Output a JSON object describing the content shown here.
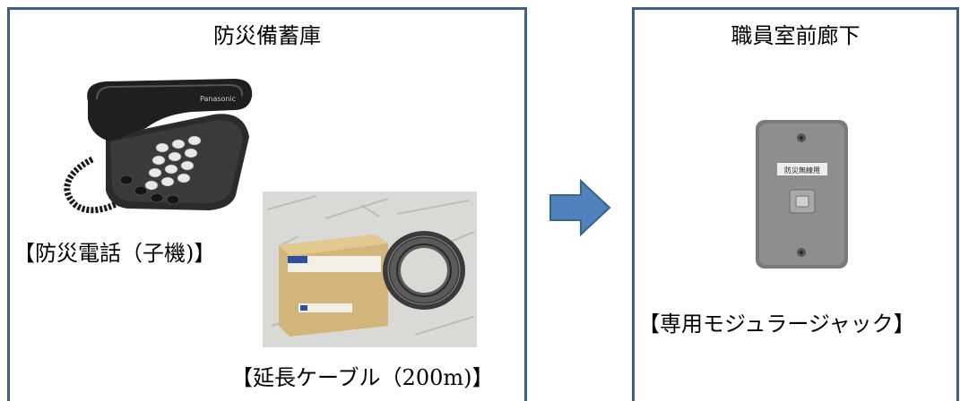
{
  "left_panel": {
    "title": "防災備蓄庫",
    "phone_caption": "【防災電話（子機)】",
    "cable_caption": "【延長ケーブル（200m)】",
    "phone_brand": "Panasonic"
  },
  "right_panel": {
    "title": "職員室前廊下",
    "jack_caption": "【専用モジュラージャック】",
    "jack_label": "防災無線用"
  },
  "colors": {
    "frame": "#3f5f87",
    "arrow_fill": "#4f81bd",
    "arrow_stroke": "#3a638f"
  }
}
